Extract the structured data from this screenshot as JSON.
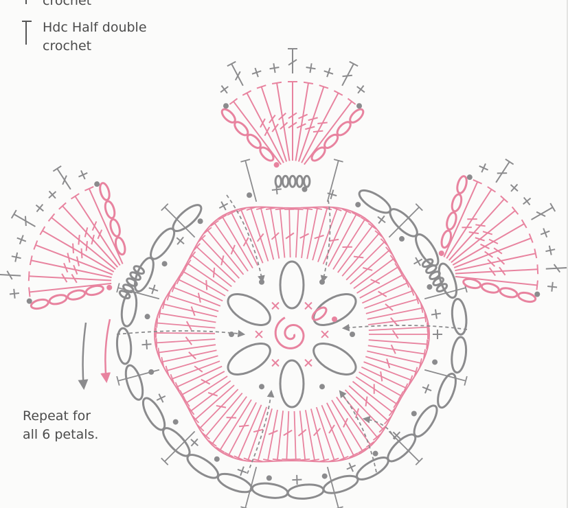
{
  "legend": {
    "crochet_fragment": {
      "line1": "crochet"
    },
    "hdc": {
      "line1": "Hdc Half double",
      "line2": "crochet"
    }
  },
  "note": {
    "line1": "Repeat for",
    "line2": "all 6 petals."
  },
  "colors": {
    "pink": "#e8839f",
    "grey": "#8b8b8d",
    "text": "#4b4b4b",
    "background": "#fbfbfa"
  },
  "icons": [
    "hdc-symbol-icon",
    "chain-oval-icon",
    "slip-stitch-dot-icon",
    "single-crochet-cross-icon",
    "dc-symbol-icon",
    "direction-arrow-icon",
    "magic-ring-icon"
  ],
  "chart_data": {
    "type": "crochet-symbol-chart",
    "petals": 6,
    "visible_petals": 3,
    "series": [
      {
        "role": "worked-rounds",
        "color": "pink"
      },
      {
        "role": "edging-round",
        "color": "grey"
      }
    ]
  }
}
